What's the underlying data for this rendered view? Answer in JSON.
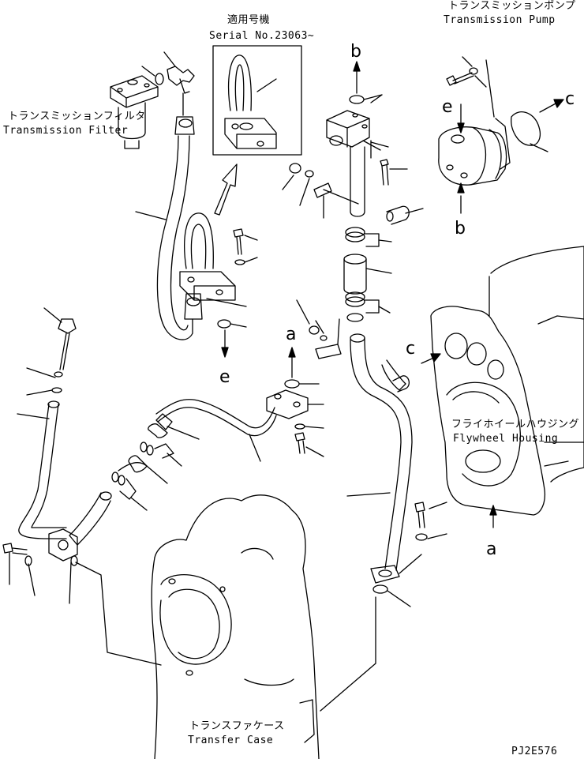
{
  "labels": {
    "serial_jp": "適用号機",
    "serial_en": "Serial No.23063~",
    "pump_jp": "トランスミッションポンプ",
    "pump_en": "Transmission Pump",
    "filter_jp": "トランスミッションフィルタ",
    "filter_en": "Transmission Filter",
    "flywheel_jp": "フライホイールハウジング",
    "flywheel_en": "Flywheel Housing",
    "transfer_jp": "トランスファケース",
    "transfer_en": "Transfer Case"
  },
  "refs": {
    "b_top": "b",
    "e_pump": "e",
    "c_pump": "c",
    "b_pump": "b",
    "e_left": "e",
    "a_mid": "a",
    "c_flywheel": "c",
    "a_right": "a"
  },
  "code": "PJ2E576"
}
